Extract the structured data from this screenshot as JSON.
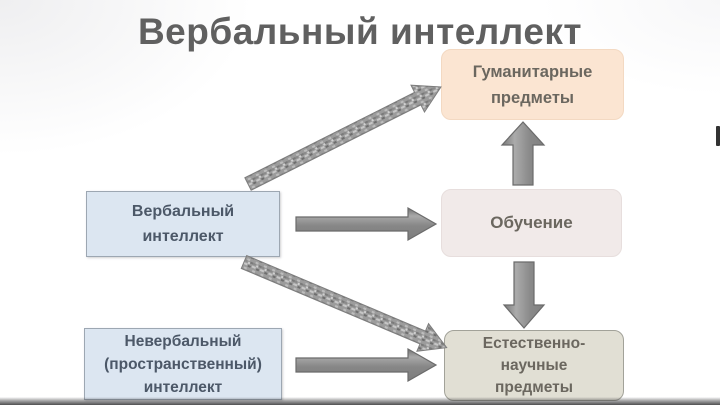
{
  "title": "Вербальный интеллект",
  "boxes": {
    "verbal": {
      "label": "Вербальный\nинтеллект"
    },
    "nonverbal": {
      "label": "Невербальный\n(пространственный)\nинтеллект"
    },
    "humanities": {
      "label": "Гуманитарные\nпредметы"
    },
    "learning": {
      "label": "Обучение"
    },
    "science": {
      "label": "Естественно-\nнаучные\nпредметы"
    }
  },
  "arrows": [
    {
      "name": "verbal-to-humanities",
      "style": "textured",
      "direction": "up-right"
    },
    {
      "name": "verbal-to-learning",
      "style": "solid",
      "direction": "right"
    },
    {
      "name": "verbal-to-science",
      "style": "textured",
      "direction": "down-right"
    },
    {
      "name": "nonverbal-to-science",
      "style": "solid",
      "direction": "right"
    },
    {
      "name": "learning-to-humanities",
      "style": "solid",
      "direction": "up"
    },
    {
      "name": "learning-to-science",
      "style": "solid",
      "direction": "down"
    }
  ],
  "colors": {
    "title-text": "#606060",
    "blue-fill": "#dce6f1",
    "blue-border": "#9da7b2",
    "blue-text": "#4c5868",
    "peach-fill": "#fbe5d2",
    "pink-fill": "#f1eae9",
    "olive-fill": "#e1dfd4",
    "olive-border": "#a2a299",
    "box-text": "#6b675f",
    "arrow-fill": "#8f8f8f",
    "arrow-stroke": "#6b6b6b"
  }
}
